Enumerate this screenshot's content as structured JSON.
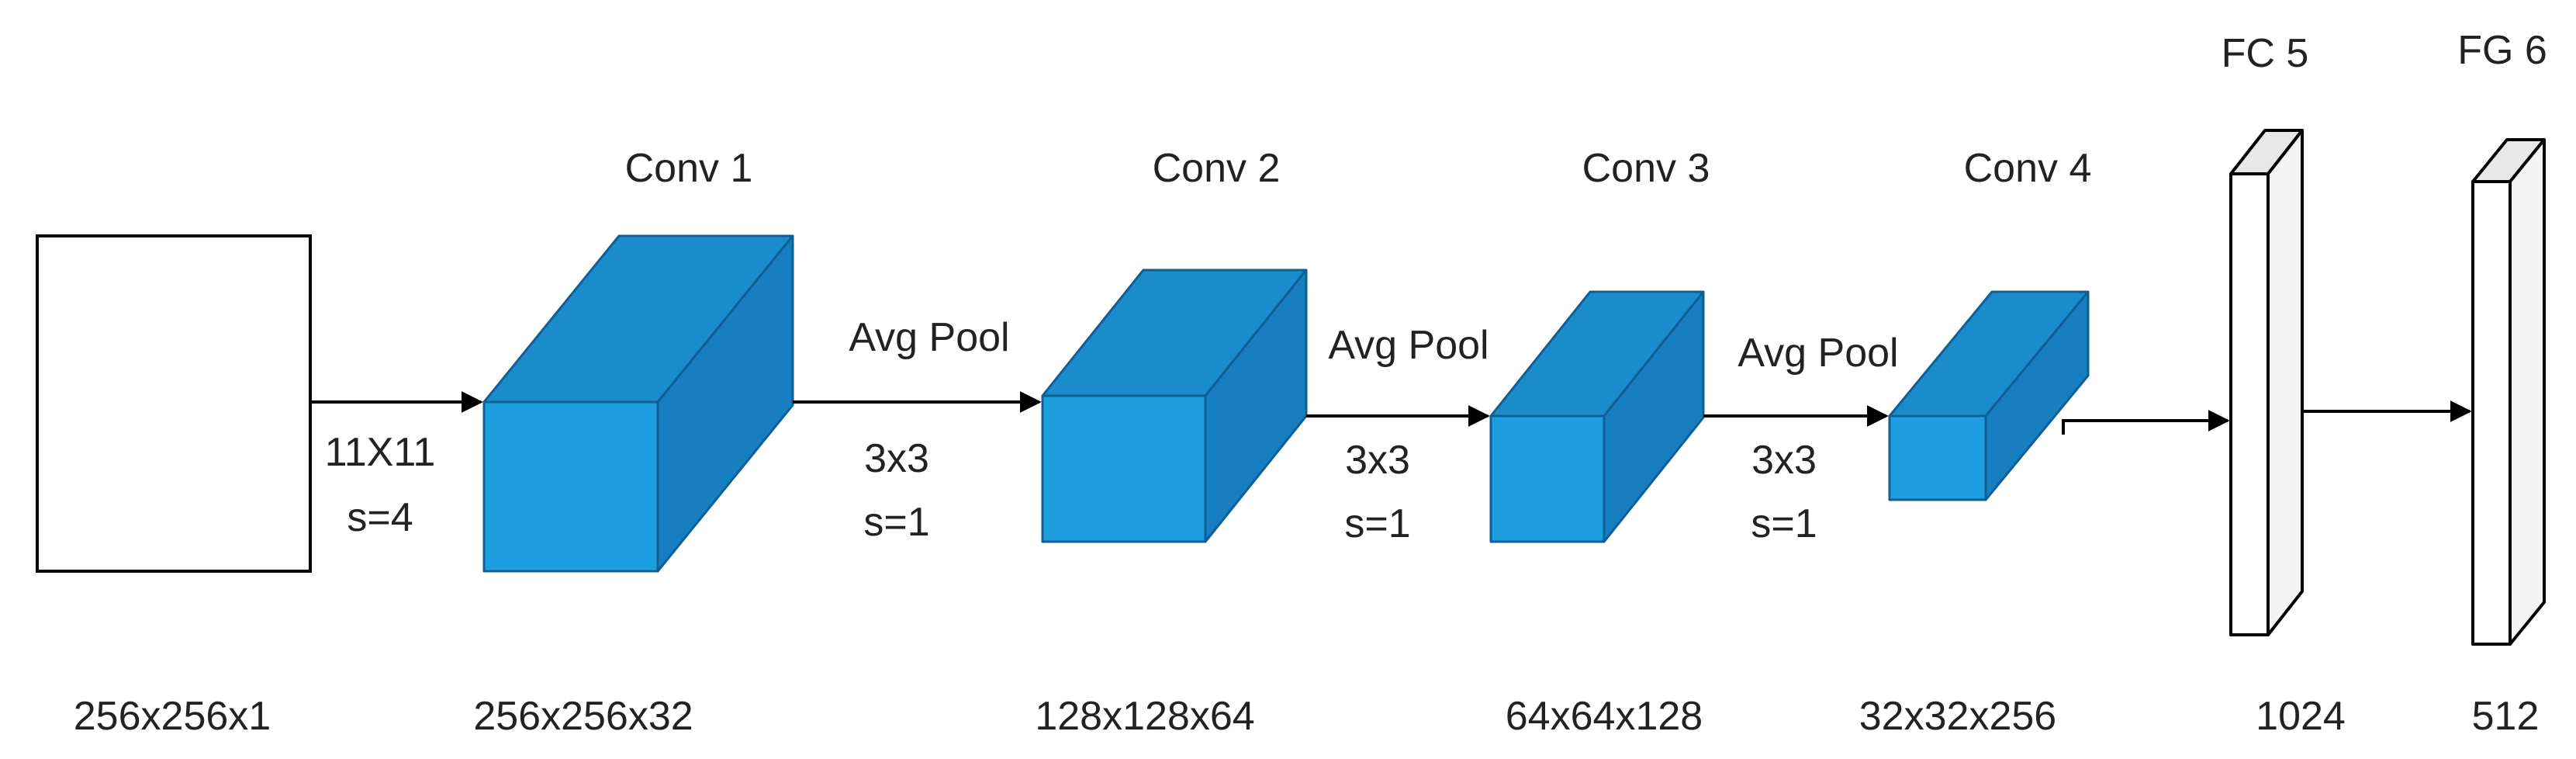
{
  "colors": {
    "cube_front": "#1c9ee0",
    "cube_top": "#1a8ccc",
    "cube_side": "#177fbf",
    "cube_edge": "#0f5f96",
    "fc_face": "#ffffff",
    "fc_top": "#e8e8e8",
    "fc_side": "#f4f4f4",
    "line": "#000000"
  },
  "layers": {
    "input": {
      "dims": "256x256x1"
    },
    "conv1": {
      "title": "Conv 1",
      "dims": "256x256x32"
    },
    "conv2": {
      "title": "Conv 2",
      "dims": "128x128x64"
    },
    "conv3": {
      "title": "Conv 3",
      "dims": "64x64x128"
    },
    "conv4": {
      "title": "Conv 4",
      "dims": "32x32x256"
    },
    "fc5": {
      "title": "FC 5",
      "dims": "1024"
    },
    "fc6": {
      "title": "FG 6",
      "dims": "512"
    }
  },
  "ops": {
    "conv_kernel": {
      "line1": "11X11",
      "line2": "s=4"
    },
    "pool1": {
      "name": "Avg Pool",
      "line1": "3x3",
      "line2": "s=1"
    },
    "pool2": {
      "name": "Avg Pool",
      "line1": "3x3",
      "line2": "s=1"
    },
    "pool3": {
      "name": "Avg Pool",
      "line1": "3x3",
      "line2": "s=1"
    }
  }
}
